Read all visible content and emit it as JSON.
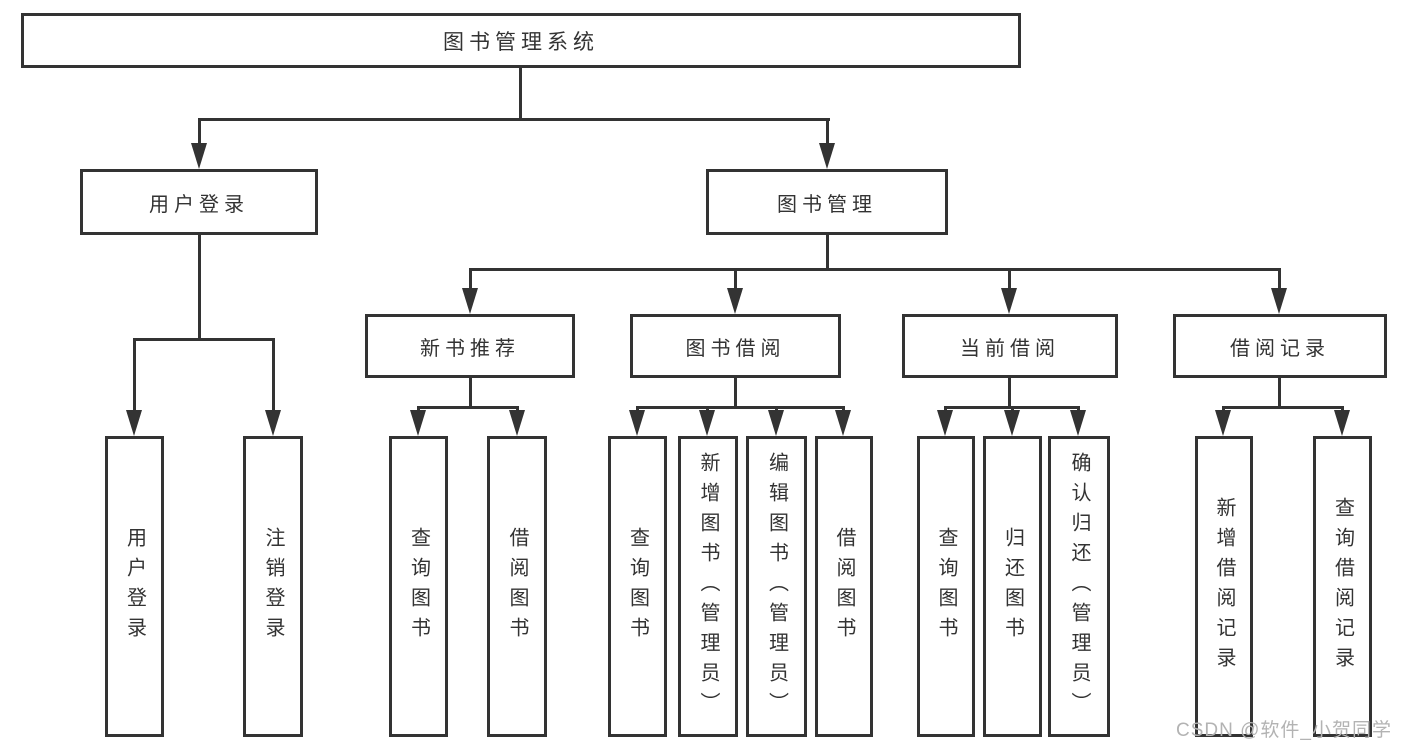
{
  "tree": {
    "label": "图书管理系统",
    "children": [
      {
        "label": "用户登录",
        "children": [
          {
            "label": "用户登录"
          },
          {
            "label": "注销登录"
          }
        ]
      },
      {
        "label": "图书管理",
        "children": [
          {
            "label": "新书推荐",
            "children": [
              {
                "label": "查询图书"
              },
              {
                "label": "借阅图书"
              }
            ]
          },
          {
            "label": "图书借阅",
            "children": [
              {
                "label": "查询图书"
              },
              {
                "label": "新增图书（管理员）"
              },
              {
                "label": "编辑图书（管理员）"
              },
              {
                "label": "借阅图书"
              }
            ]
          },
          {
            "label": "当前借阅",
            "children": [
              {
                "label": "查询图书"
              },
              {
                "label": "归还图书"
              },
              {
                "label": "确认归还（管理员）"
              }
            ]
          },
          {
            "label": "借阅记录",
            "children": [
              {
                "label": "新增借阅记录"
              },
              {
                "label": "查询借阅记录"
              }
            ]
          }
        ]
      }
    ]
  },
  "watermark": {
    "text": "CSDN @软件_小贺同学"
  },
  "colors": {
    "line": "#333333",
    "text": "#333333",
    "box_background": "#ffffff",
    "watermark": "#b3b3b3",
    "background": "#ffffff"
  }
}
